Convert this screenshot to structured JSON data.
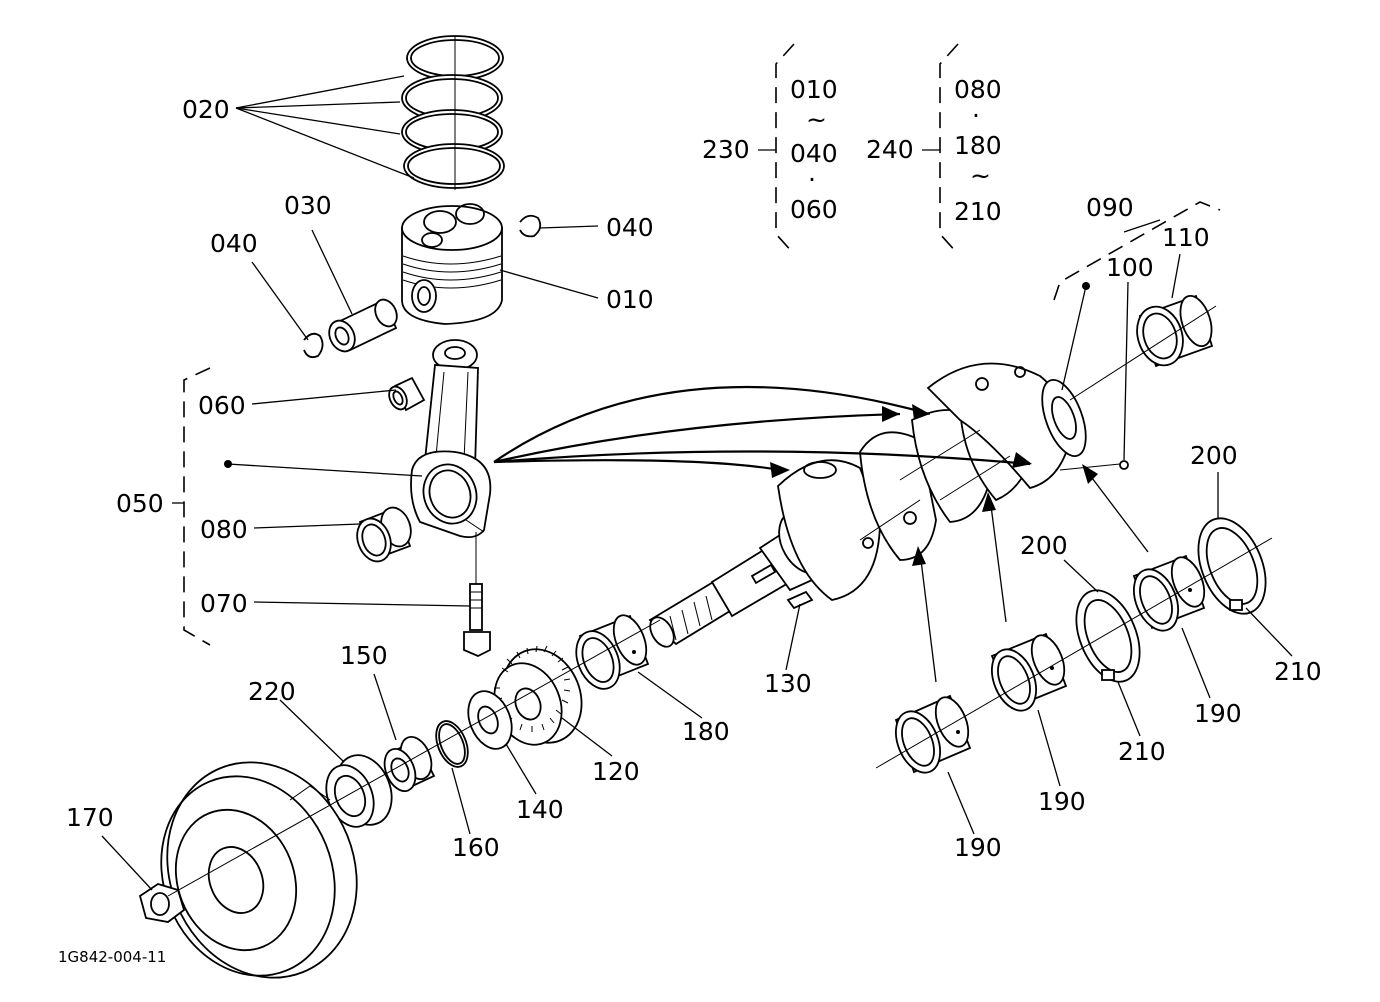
{
  "diagram": {
    "part_labels": {
      "p020": "020",
      "p030": "030",
      "p040a": "040",
      "p040b": "040",
      "p010": "010",
      "p060": "060",
      "p050": "050",
      "p080": "080",
      "p070": "070",
      "p090": "090",
      "p100": "100",
      "p110": "110",
      "p200a": "200",
      "p200b": "200",
      "p210a": "210",
      "p210b": "210",
      "p190a": "190",
      "p190b": "190",
      "p190c": "190",
      "p130": "130",
      "p180": "180",
      "p120": "120",
      "p140": "140",
      "p150": "150",
      "p160": "160",
      "p220": "220",
      "p170": "170"
    },
    "kit_230": {
      "label": "230",
      "line1": "010",
      "sep1": "~",
      "line2": "040",
      "sep2": "·",
      "line3": "060"
    },
    "kit_240": {
      "label": "240",
      "line1": "080",
      "sep1": "·",
      "line2": "180",
      "sep2": "~",
      "line3": "210"
    },
    "drawing_code": "1G842-004-11"
  }
}
